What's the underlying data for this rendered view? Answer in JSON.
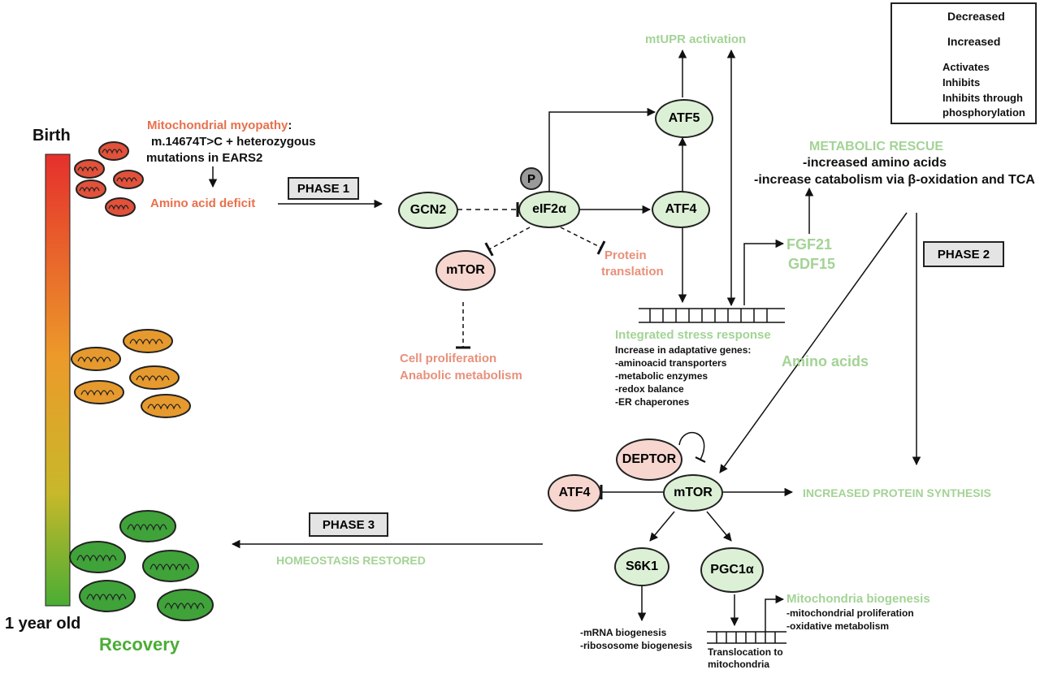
{
  "timeline": {
    "start_label": "Birth",
    "end_label": "1 year old",
    "recovery_label": "Recovery"
  },
  "colors": {
    "decreased_fill": "#f7d6d0",
    "increased_fill": "#dcf0d6",
    "red_text": "#e8704c",
    "green_text": "#a3d395"
  },
  "phase1": {
    "disease_title": "Mitochondrial myopathy",
    "disease_suffix": ":",
    "mutation_line1": "m.14674T>C + heterozygous",
    "mutation_line2": "mutations in EARS2",
    "deficit": "Amino acid deficit",
    "phase_label": "PHASE 1"
  },
  "nodes": {
    "gcn2": "GCN2",
    "p": "P",
    "eif2a": "eIF2α",
    "atf4_top": "ATF4",
    "atf5": "ATF5",
    "mtor_top": "mTOR",
    "deptor": "DEPTOR",
    "atf4_bottom": "ATF4",
    "mtor_bottom": "mTOR",
    "s6k1": "S6K1",
    "pgc1a": "PGC1α"
  },
  "labels": {
    "mtupr": "mtUPR activation",
    "protein_translation_1": "Protein",
    "protein_translation_2": "translation",
    "cell_prolif_1": "Cell proliferation",
    "cell_prolif_2": "Anabolic metabolism",
    "fgf21": "FGF21",
    "gdf15": "GDF15",
    "isr_title": "Integrated stress response",
    "isr_items": [
      "Increase in adaptative genes:",
      "-aminoacid transporters",
      "-metabolic enzymes",
      "-redox balance",
      "-ER chaperones"
    ],
    "metabolic_rescue_title": "METABOLIC RESCUE",
    "metabolic_rescue_1": "-increased amino acids",
    "metabolic_rescue_2": "-increase catabolism via β-oxidation and TCA",
    "phase2": "PHASE 2",
    "amino_acids": "Amino acids",
    "increased_protein_synthesis": "INCREASED PROTEIN SYNTHESIS",
    "phase3": "PHASE 3",
    "homeostasis": "HOMEOSTASIS RESTORED",
    "s6k1_out_1": "-mRNA biogenesis",
    "s6k1_out_2": "-ribososome biogenesis",
    "translocation_1": "Translocation to",
    "translocation_2": "mitochondria",
    "mito_bio_title": "Mitochondria biogenesis",
    "mito_bio_1": "-mitochondrial proliferation",
    "mito_bio_2": "-oxidative metabolism"
  },
  "legend": {
    "decreased": "Decreased",
    "increased": "Increased",
    "activates": "Activates",
    "inhibits": "Inhibits",
    "inhibits_phos_1": "Inhibits through",
    "inhibits_phos_2": "phosphorylation"
  }
}
